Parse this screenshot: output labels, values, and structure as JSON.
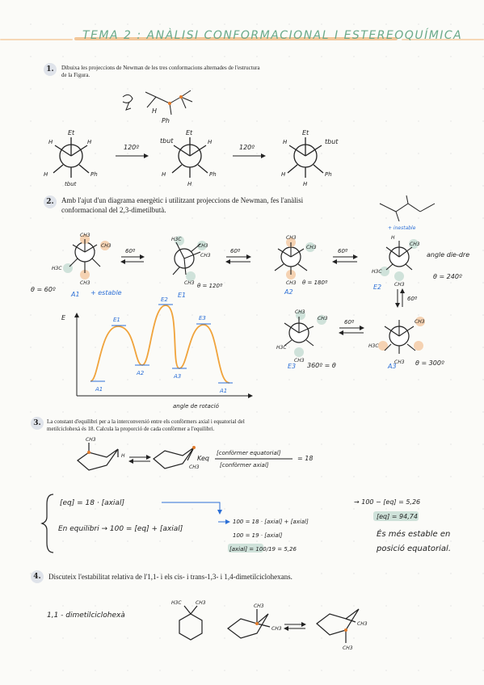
{
  "title": "TEMA 2 : ANÀLISI CONFORMACIONAL I ESTEREOQUÍMICA",
  "questions": [
    {
      "num": "1.",
      "text_line1": "Dibuixa les projeccions de Newman de les tres conformacions alternades de l'estructura",
      "text_line2": "de la Figura."
    },
    {
      "num": "2.",
      "text_line1": "Amb l'ajut d'un diagrama energètic i utilitzant projeccions de Newman, fes l'anàlisi",
      "text_line2": "conformacional del 2,3-dimetilbutà."
    },
    {
      "num": "3.",
      "text_line1": "La constant d'equilibri per a la interconversió entre els confòrmers axial i equatorial del",
      "text_line2": "metilciclohexà és 18. Calcula la proporció de cada confòrmer a l'equilibri."
    },
    {
      "num": "4.",
      "text_line1": "Discuteix l'estabilitat relativa de l'1,1- i els cis- i trans-1,3- i 1,4-dimetilciclohexans.",
      "text_line2": ""
    }
  ],
  "q1": {
    "rotations": [
      "120º",
      "120º"
    ],
    "newman": [
      {
        "front": [
          "Et",
          "H",
          "H"
        ],
        "back": [
          "tbut",
          "Ph",
          "H"
        ]
      },
      {
        "front": [
          "tbut",
          "H",
          "H"
        ],
        "back": [
          "Et",
          "Ph",
          "H"
        ]
      },
      {
        "front": [
          "Et",
          "tbut",
          "H"
        ],
        "back": [
          "H",
          "Ph",
          "H"
        ]
      }
    ],
    "struct_labels": [
      "H",
      "Ph"
    ]
  },
  "q2": {
    "rotations": [
      "60º",
      "60º",
      "60º",
      "60º",
      "60º"
    ],
    "conformers": [
      {
        "name": "A1",
        "angle": "θ = 60º",
        "note": "+ estable"
      },
      {
        "name": "E1",
        "angle": "θ = 120º"
      },
      {
        "name": "A2",
        "angle": "θ = 180º"
      },
      {
        "name": "E2",
        "angle": "θ = 240º",
        "note": "angle die-dre"
      },
      {
        "name": "A3",
        "angle": "θ = 300º"
      },
      {
        "name": "E3",
        "angle": "360º = θ"
      }
    ],
    "inestable": "+ inestable",
    "groups": [
      "CH3",
      "H3C",
      "H"
    ],
    "chart": {
      "ylabel": "E",
      "xlabel": "angle de rotació",
      "labels": [
        "A1",
        "E1",
        "A2",
        "E2",
        "A3",
        "E3",
        "A1"
      ]
    }
  },
  "q3": {
    "keq_label": "Keq",
    "keq_expr_num": "[confòrmer equatorial]",
    "keq_expr_den": "[confòrmer axial]",
    "keq_value": "= 18",
    "sys1": "[eq] = 18 · [axial]",
    "sys2": "En equilibri → 100 = [eq] + [axial]",
    "step1": "100 = 18 · [axial] + [axial]",
    "step2": "100 = 19 · [axial]",
    "step3": "[axial] = 100/19 = 5,26",
    "res1": "→ 100 − [eq] = 5,26",
    "res2": "[eq] = 94,74",
    "conclusion1": "És més estable en",
    "conclusion2": "posició equatorial.",
    "ch3": "CH3",
    "h": "H"
  },
  "q4": {
    "label": "1,1 - dimetilciclohexà",
    "groups": [
      "H3C",
      "CH3",
      "CH3",
      "CH3",
      "CH3",
      "CH3"
    ]
  }
}
